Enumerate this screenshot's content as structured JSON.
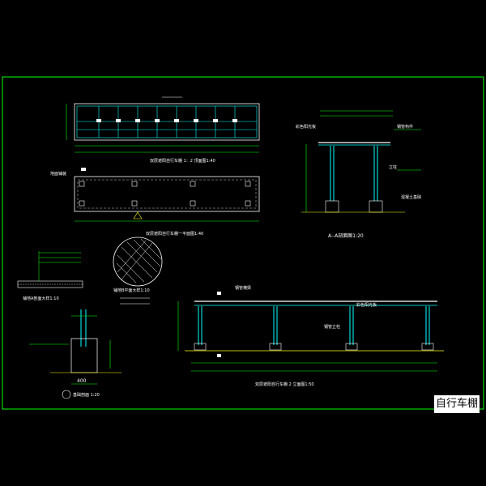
{
  "caption": "自行车棚",
  "views": {
    "top_plan_scale": "1:40",
    "floor_plan_scale": "1:40",
    "section_aa": "A--A剖面图1:20",
    "detail_a_scale": "1:10",
    "detail_b_scale": "1:10",
    "elevation_scale": "1:50",
    "footing_section": "1:20",
    "footing_width": "400"
  },
  "colors": {
    "background": "#000000",
    "border": "#00ff00",
    "structure": "#00ffff",
    "dimension": "#00ff00",
    "annotation": "#ffffff",
    "highlight": "#ffff00",
    "leader": "#00ff00"
  },
  "icons": [
    "north-arrow-icon",
    "section-marker-icon",
    "detail-circle-icon"
  ]
}
